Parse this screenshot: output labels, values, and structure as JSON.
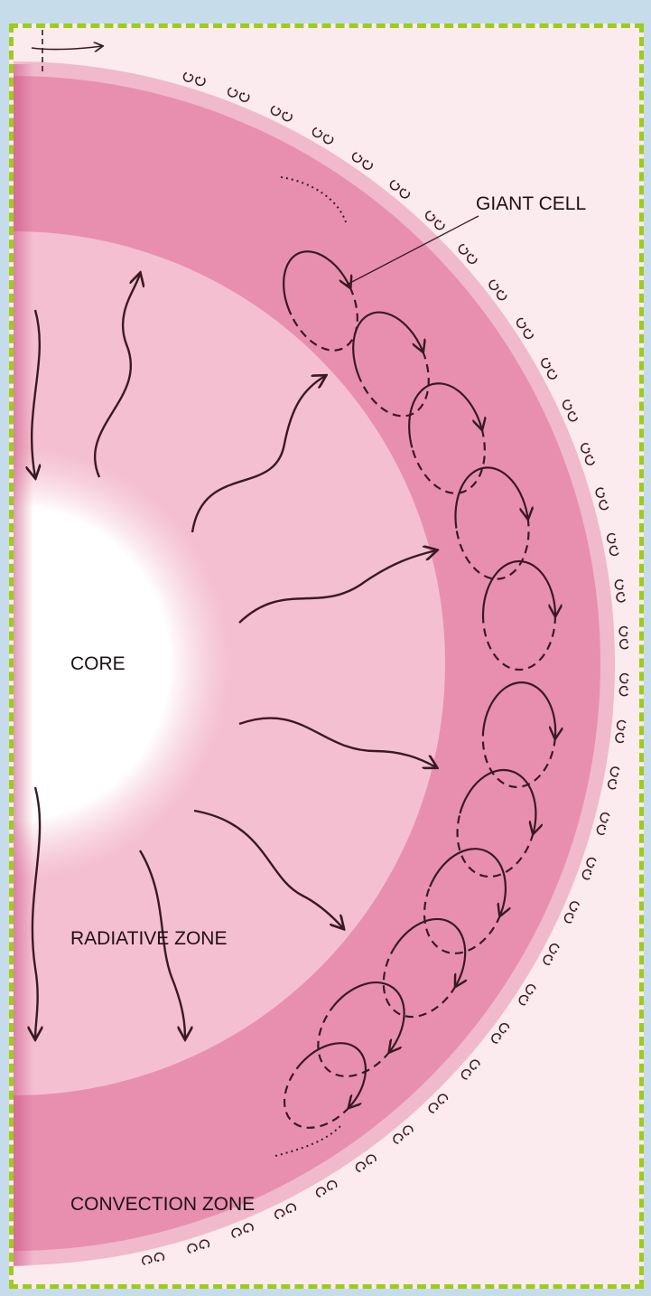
{
  "labels": {
    "giant_cell": "GIANT CELL",
    "core": "CORE",
    "radiative_zone": "RADIATIVE ZONE",
    "convection_zone": "CONVECTION ZONE"
  },
  "colors": {
    "page_background": "#c6dcea",
    "frame_border": "#9dcc19",
    "paper": "#fbeaee",
    "convection_zone": "#e88fb0",
    "radiative_zone": "#f4bfd1",
    "core": "#ffffff",
    "ink": "#3a1a22"
  },
  "icons": {
    "surface_granules": "granule-swirl-icon",
    "energy_paths": "wavy-arrow-icon",
    "convection_cells": "loop-arrow-icon",
    "rotation": "rotation-arrow-icon"
  }
}
